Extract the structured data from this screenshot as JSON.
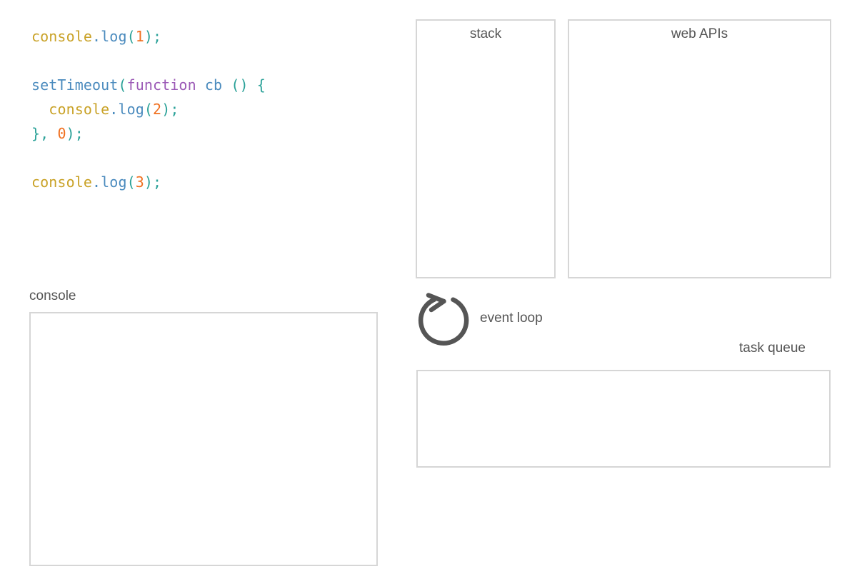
{
  "editor": {
    "name": "code-editor",
    "lines": [
      {
        "tokens": [
          {
            "t": "console",
            "c": "prop"
          },
          {
            "t": ".",
            "c": "punct"
          },
          {
            "t": "log",
            "c": "fn"
          },
          {
            "t": "(",
            "c": "paren"
          },
          {
            "t": "1",
            "c": "num"
          },
          {
            "t": ");",
            "c": "paren"
          }
        ]
      },
      {
        "tokens": []
      },
      {
        "tokens": [
          {
            "t": "setTimeout",
            "c": "fn"
          },
          {
            "t": "(",
            "c": "paren"
          },
          {
            "t": "function",
            "c": "kw"
          },
          {
            "t": " ",
            "c": "plain"
          },
          {
            "t": "cb",
            "c": "fn"
          },
          {
            "t": " () {",
            "c": "paren"
          }
        ]
      },
      {
        "tokens": [
          {
            "t": "  ",
            "c": "plain"
          },
          {
            "t": "console",
            "c": "prop"
          },
          {
            "t": ".",
            "c": "punct"
          },
          {
            "t": "log",
            "c": "fn"
          },
          {
            "t": "(",
            "c": "paren"
          },
          {
            "t": "2",
            "c": "num"
          },
          {
            "t": ");",
            "c": "paren"
          }
        ]
      },
      {
        "tokens": [
          {
            "t": "}, ",
            "c": "paren"
          },
          {
            "t": "0",
            "c": "num"
          },
          {
            "t": ");",
            "c": "paren"
          }
        ]
      },
      {
        "tokens": []
      },
      {
        "tokens": [
          {
            "t": "console",
            "c": "prop"
          },
          {
            "t": ".",
            "c": "punct"
          },
          {
            "t": "log",
            "c": "fn"
          },
          {
            "t": "(",
            "c": "paren"
          },
          {
            "t": "3",
            "c": "num"
          },
          {
            "t": ");",
            "c": "paren"
          }
        ]
      }
    ],
    "plain_text": "console.log(1);\n\nsetTimeout(function cb () {\n  console.log(2);\n}, 0);\n\nconsole.log(3);"
  },
  "panels": {
    "stack": {
      "title": "stack",
      "title_position": "inside-top-center",
      "items": []
    },
    "web_apis": {
      "title": "web APIs",
      "title_position": "inside-top-center",
      "items": []
    },
    "console": {
      "title": "console",
      "title_position": "outside-top-left",
      "lines": []
    },
    "task_queue": {
      "title": "task queue",
      "title_position": "outside-top-right",
      "items": []
    }
  },
  "event_loop": {
    "label": "event loop",
    "icon": "circular-arrow-icon",
    "running": false
  },
  "colors": {
    "box_border": "#d6d6d6",
    "text": "#555555",
    "icon": "#555555",
    "syntax_property": "#C9A227",
    "syntax_function": "#4B8BBE",
    "syntax_punctuation": "#2AA198",
    "syntax_number": "#F07020",
    "syntax_keyword": "#9B59B6",
    "background": "#ffffff"
  }
}
